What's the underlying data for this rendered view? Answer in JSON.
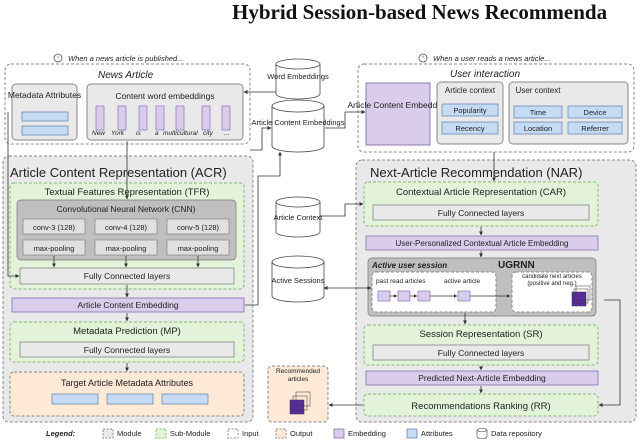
{
  "header": {
    "title": "Hybrid Session-based News Recommenda"
  },
  "triggers": {
    "publish": "When a news article is published...",
    "read": "When a user reads a news article..."
  },
  "news_article": {
    "title": "News Article",
    "metadata": "Metadata Attributes",
    "content_word": "Content word embeddings",
    "words": [
      "New",
      "York",
      "is",
      "a",
      "multicultural",
      "city",
      "..."
    ]
  },
  "repos": {
    "word_embeddings": "Word Embeddings",
    "article_content_embeddings": "Article Content Embeddings",
    "article_context": "Article Context",
    "active_sessions": "Active Sessions"
  },
  "user_interaction": {
    "title": "User interaction",
    "ace": "Article Content Embedding",
    "article_context": "Article context",
    "popularity": "Popularity",
    "recency": "Recency",
    "user_context": "User context",
    "time": "Time",
    "device": "Device",
    "location": "Location",
    "referrer": "Referrer"
  },
  "acr": {
    "title": "Article Content Representation (ACR)",
    "tfr": "Textual Features Representation (TFR)",
    "cnn": "Convolutional Neural Network (CNN)",
    "conv": [
      "conv-3 (128)",
      "conv-4 (128)",
      "conv-5 (128)"
    ],
    "pool": [
      "max-pooling",
      "max-pooling",
      "max-pooling"
    ],
    "fc": "Fully Connected layers",
    "ace": "Article Content Embedding",
    "mp": "Metadata Prediction (MP)",
    "mp_fc": "Fully Connected layers",
    "target": "Target Article Metadata Attributes"
  },
  "nar": {
    "title": "Next-Article Recommendation (NAR)",
    "car": "Contextual Article Representation (CAR)",
    "car_fc": "Fully Connected layers",
    "upcae": "User-Personalized Contextual Article Embedding",
    "active_session": "Active user session",
    "ugrnn": "UGRNN",
    "past": "past read articles",
    "active_article": "active article",
    "candidates": "candidate next articles (positive and neg.)",
    "sr": "Session Representation (SR)",
    "sr_fc": "Fully Connected layers",
    "predicted": "Predicted Next-Article Embedding",
    "rr": "Recommendations Ranking (RR)",
    "recommended": "Recommended articles"
  },
  "legend": {
    "label": "Legend:",
    "items": [
      "Module",
      "Sub-Module",
      "Input",
      "Output",
      "Embedding",
      "Attributes",
      "Data repository"
    ]
  },
  "colors": {
    "acr_bg": "#e9e9e9",
    "submodule": "#e2f3da",
    "submodule_border": "#7cbf6a",
    "output": "#fde9d6",
    "embedding": "#d9cdeb",
    "attributes": "#c6dbf3",
    "dark": "#bfbfbf",
    "cube": "#5a2d9c"
  }
}
